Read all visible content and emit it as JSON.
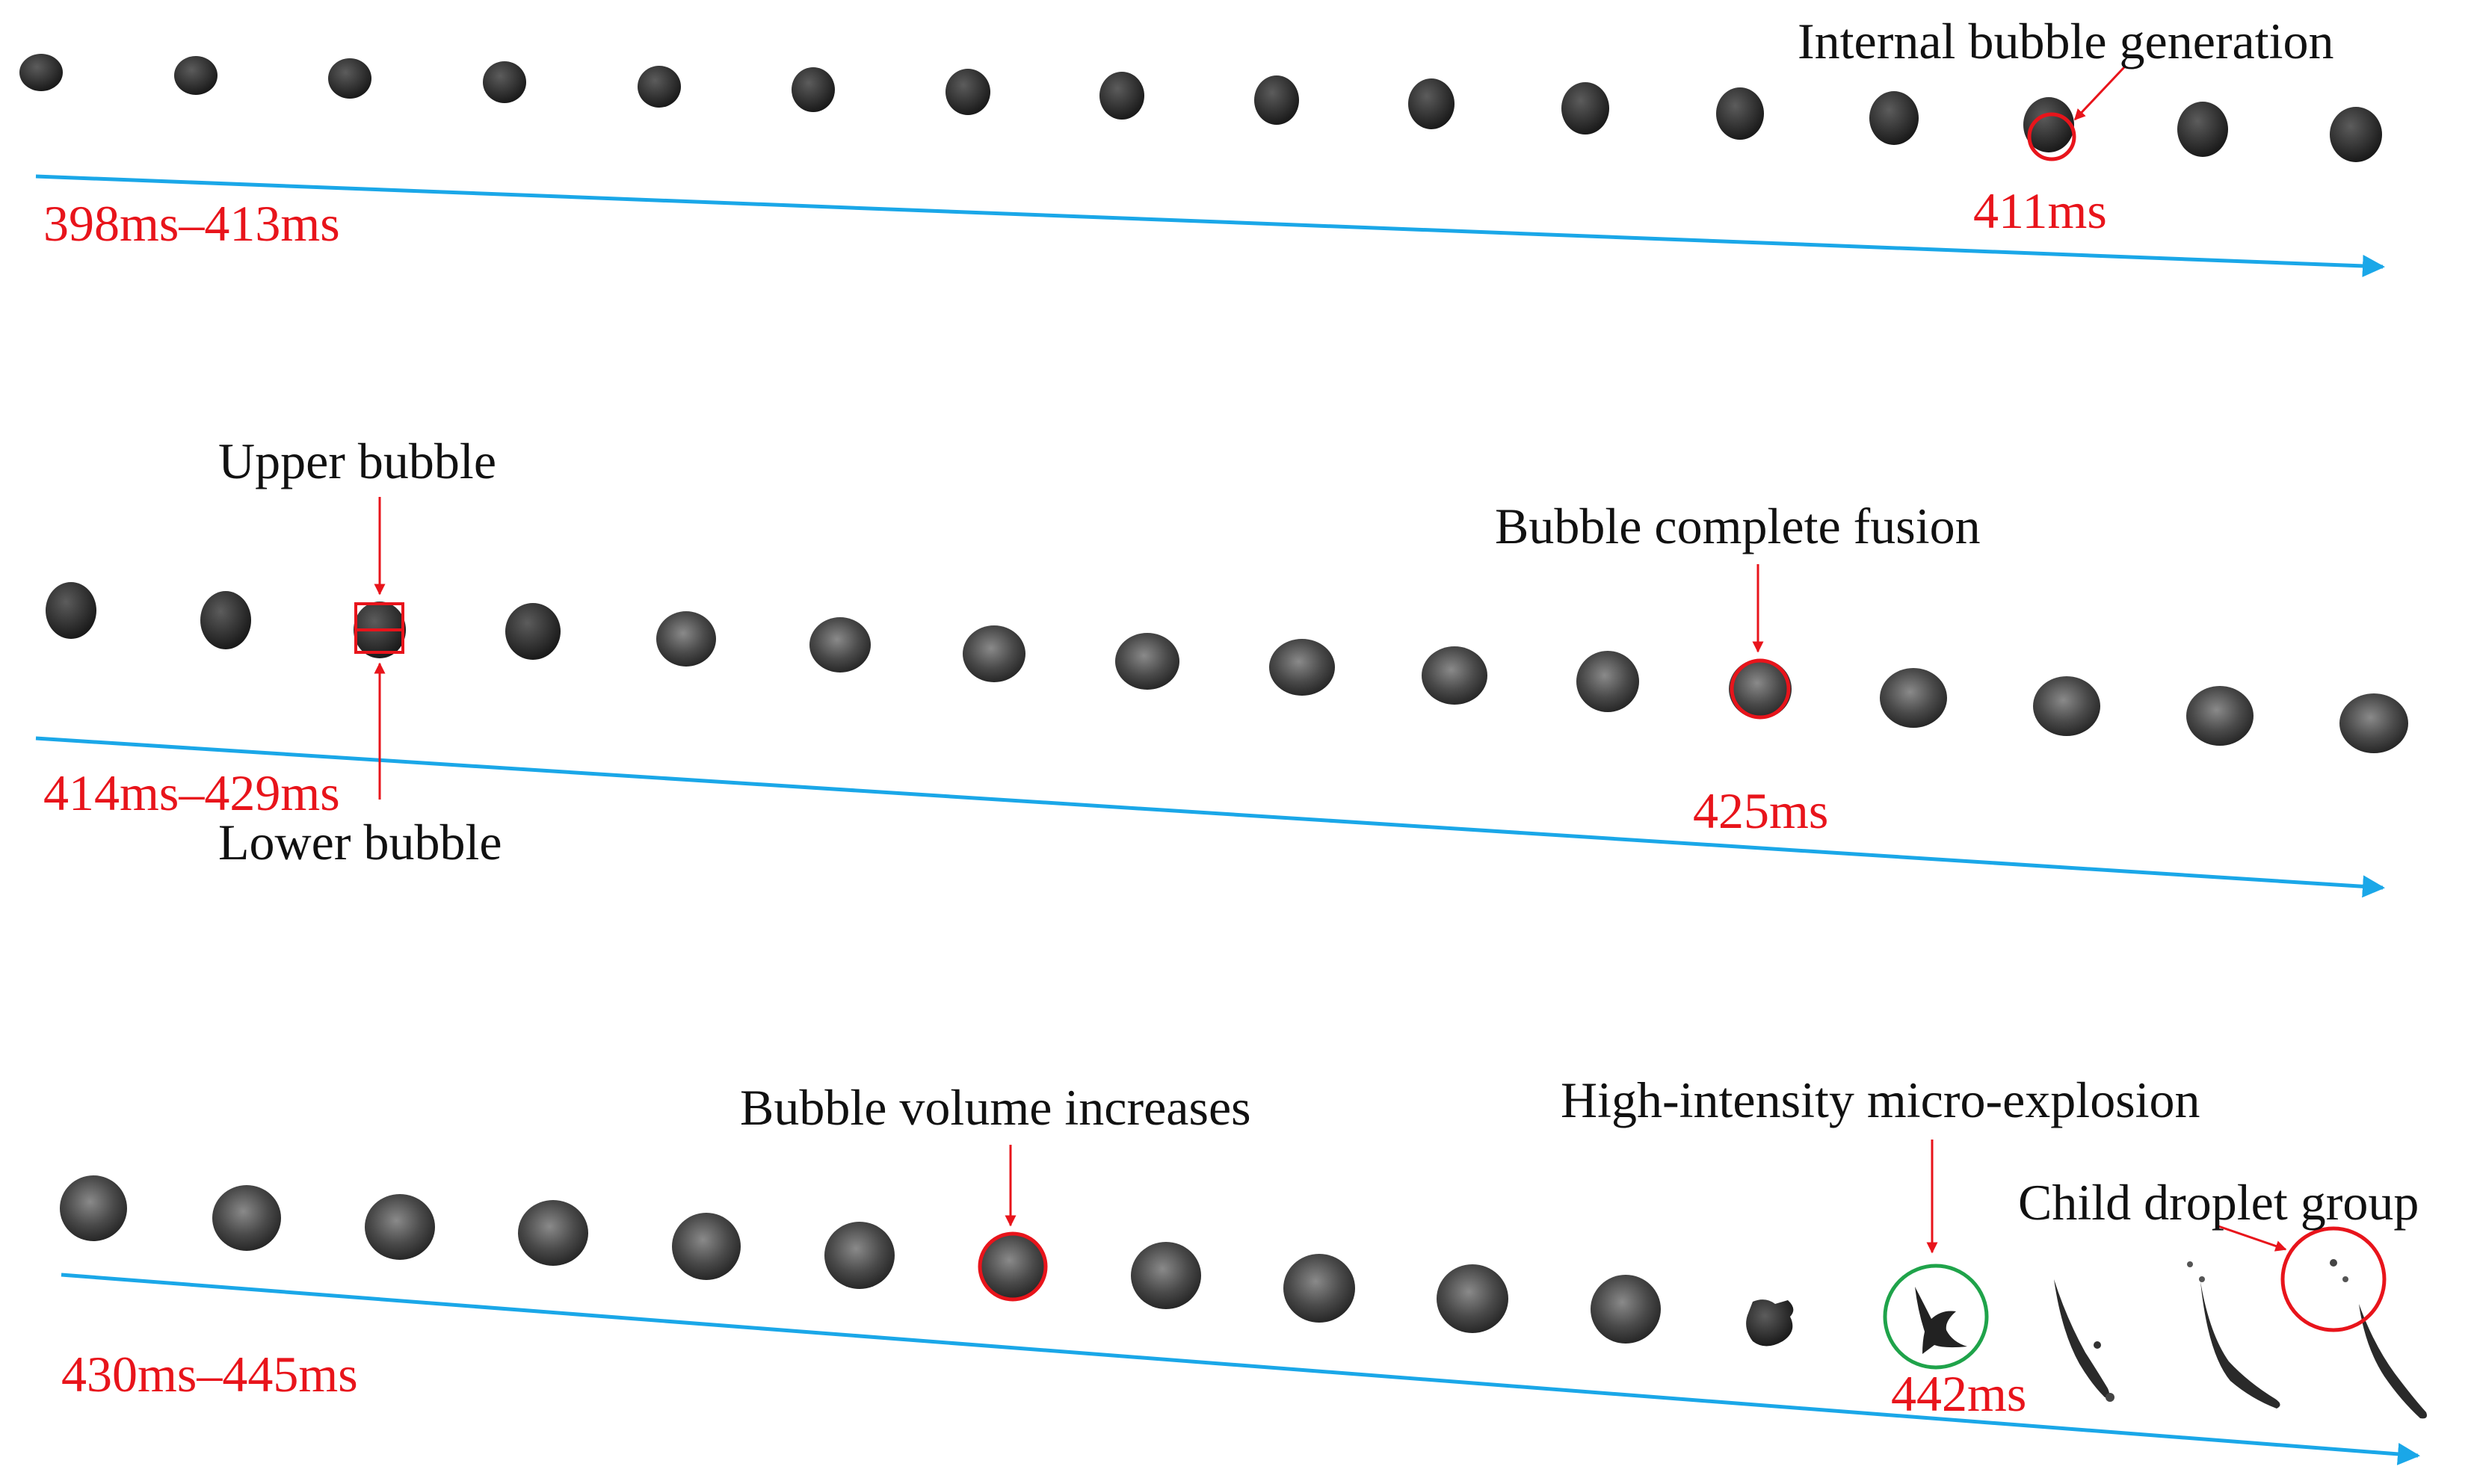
{
  "figure": {
    "rows": [
      {
        "time_range": "398ms–413ms",
        "annotations": [
          {
            "text": "Internal bubble generation",
            "kind": "label"
          },
          {
            "text": "411ms",
            "kind": "time"
          }
        ]
      },
      {
        "time_range": "414ms–429ms",
        "annotations": [
          {
            "text": "Upper bubble",
            "kind": "label"
          },
          {
            "text": "Lower bubble",
            "kind": "label"
          },
          {
            "text": "Bubble complete fusion",
            "kind": "label"
          },
          {
            "text": "425ms",
            "kind": "time"
          }
        ]
      },
      {
        "time_range": "430ms–445ms",
        "annotations": [
          {
            "text": "Bubble volume increases",
            "kind": "label"
          },
          {
            "text": "High-intensity micro-explosion",
            "kind": "label"
          },
          {
            "text": "Child droplet group",
            "kind": "label"
          },
          {
            "text": "442ms",
            "kind": "time"
          }
        ]
      }
    ],
    "colors": {
      "time_axis": "#1aa7e8",
      "annotation": "#e8141b",
      "micro_explosion_marker": "#1fa34a",
      "droplet": "#3a3a3a"
    }
  }
}
